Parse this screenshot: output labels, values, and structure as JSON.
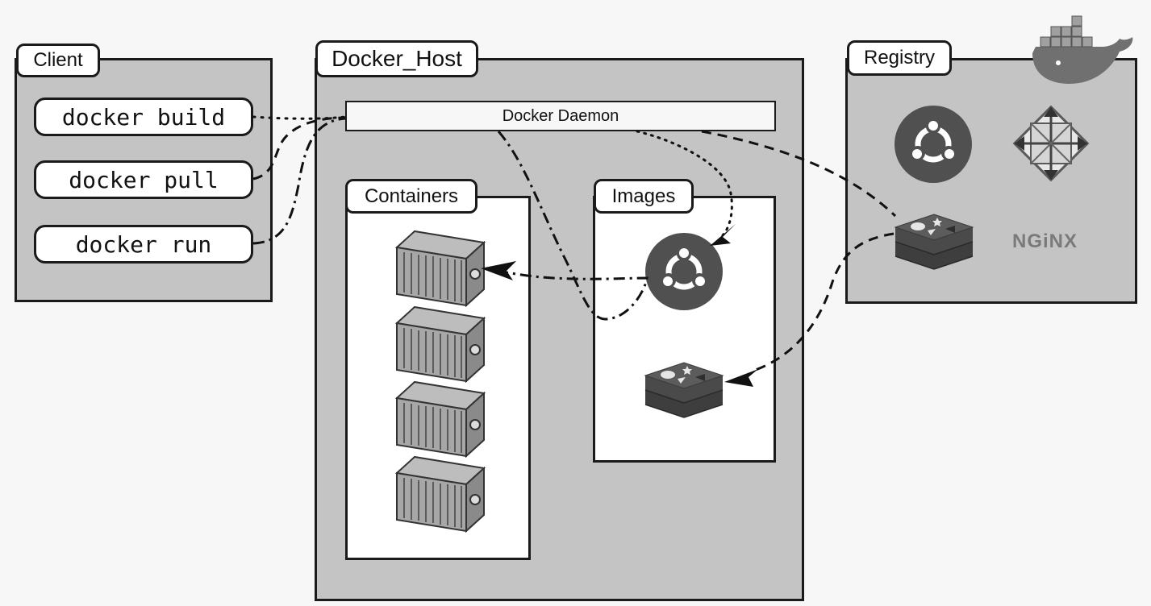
{
  "client": {
    "title": "Client",
    "commands": [
      "docker build",
      "docker pull",
      "docker run"
    ]
  },
  "host": {
    "title": "Docker_Host",
    "daemon": "Docker Daemon",
    "containers_title": "Containers",
    "images_title": "Images"
  },
  "registry": {
    "title": "Registry",
    "nginx_text": "NGiNX"
  },
  "icons": {
    "whale": "docker-whale-icon",
    "ubuntu": "ubuntu-icon",
    "centos": "centos-icon",
    "redis": "redis-icon",
    "container": "container-icon"
  },
  "colors": {
    "panel": "#c4c4c4",
    "ubuntu": "#505050",
    "redis": "#4e4e4e"
  }
}
